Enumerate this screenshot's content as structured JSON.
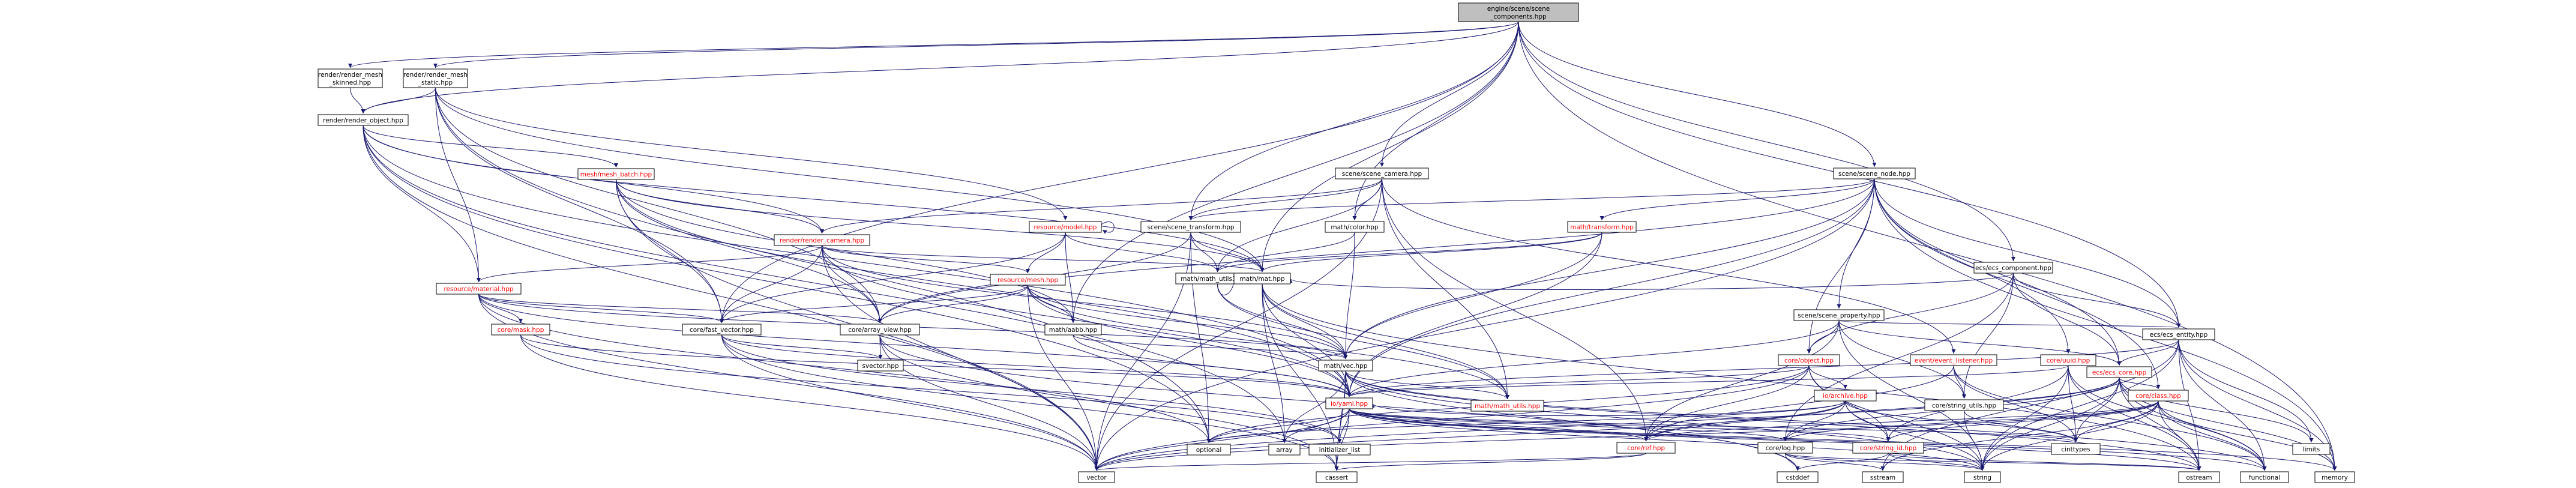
{
  "diagram": {
    "nodes": [
      {
        "id": "root",
        "lines": [
          "engine/scene/scene",
          "_components.hpp"
        ],
        "style": "root",
        "interactable": false
      },
      {
        "id": "rms",
        "lines": [
          "render/render_mesh",
          "_skinned.hpp"
        ],
        "style": "link"
      },
      {
        "id": "rmst",
        "lines": [
          "render/render_mesh",
          "_static.hpp"
        ],
        "style": "link"
      },
      {
        "id": "ro",
        "lines": [
          "render/render_object.hpp"
        ],
        "style": "link"
      },
      {
        "id": "meshbatch",
        "lines": [
          "mesh/mesh_batch.hpp"
        ],
        "style": "red"
      },
      {
        "id": "rcam",
        "lines": [
          "render/render_camera.hpp"
        ],
        "style": "red"
      },
      {
        "id": "rmodel",
        "lines": [
          "resource/model.hpp"
        ],
        "style": "red"
      },
      {
        "id": "rmesh",
        "lines": [
          "resource/mesh.hpp"
        ],
        "style": "red"
      },
      {
        "id": "rmat",
        "lines": [
          "resource/material.hpp"
        ],
        "style": "red"
      },
      {
        "id": "cmask",
        "lines": [
          "core/mask.hpp"
        ],
        "style": "red"
      },
      {
        "id": "fastvec",
        "lines": [
          "core/fast_vector.hpp"
        ],
        "style": "link"
      },
      {
        "id": "arrview",
        "lines": [
          "core/array_view.hpp"
        ],
        "style": "link"
      },
      {
        "id": "svector",
        "lines": [
          "svector.hpp"
        ],
        "style": "plain"
      },
      {
        "id": "scam",
        "lines": [
          "scene/scene_camera.hpp"
        ],
        "style": "link"
      },
      {
        "id": "strans",
        "lines": [
          "scene/scene_transform.hpp"
        ],
        "style": "link"
      },
      {
        "id": "color",
        "lines": [
          "math/color.hpp"
        ],
        "style": "link"
      },
      {
        "id": "mtrans",
        "lines": [
          "math/transform.hpp"
        ],
        "style": "red"
      },
      {
        "id": "mu3d",
        "lines": [
          "math/math_utils3d.hpp"
        ],
        "style": "link"
      },
      {
        "id": "mmat",
        "lines": [
          "math/mat.hpp"
        ],
        "style": "link"
      },
      {
        "id": "aabb",
        "lines": [
          "math/aabb.hpp"
        ],
        "style": "link"
      },
      {
        "id": "mvec",
        "lines": [
          "math/vec.hpp"
        ],
        "style": "link"
      },
      {
        "id": "mutils",
        "lines": [
          "math/math_utils.hpp"
        ],
        "style": "red"
      },
      {
        "id": "snode",
        "lines": [
          "scene/scene_node.hpp"
        ],
        "style": "link"
      },
      {
        "id": "sprop",
        "lines": [
          "scene/scene_property.hpp"
        ],
        "style": "link"
      },
      {
        "id": "ecomp",
        "lines": [
          "ecs/ecs_component.hpp"
        ],
        "style": "link"
      },
      {
        "id": "eentity",
        "lines": [
          "ecs/ecs_entity.hpp"
        ],
        "style": "link"
      },
      {
        "id": "ecore",
        "lines": [
          "ecs/ecs_core.hpp"
        ],
        "style": "red"
      },
      {
        "id": "cobj",
        "lines": [
          "core/object.hpp"
        ],
        "style": "red"
      },
      {
        "id": "evlist",
        "lines": [
          "event/event_listener.hpp"
        ],
        "style": "red"
      },
      {
        "id": "cuuid",
        "lines": [
          "core/uuid.hpp"
        ],
        "style": "red"
      },
      {
        "id": "strutils",
        "lines": [
          "core/string_utils.hpp"
        ],
        "style": "link"
      },
      {
        "id": "cclass",
        "lines": [
          "core/class.hpp"
        ],
        "style": "red"
      },
      {
        "id": "carchive",
        "lines": [
          "io/archive.hpp"
        ],
        "style": "red"
      },
      {
        "id": "yaml",
        "lines": [
          "io/yaml.hpp"
        ],
        "style": "red"
      },
      {
        "id": "cref",
        "lines": [
          "core/ref.hpp"
        ],
        "style": "red"
      },
      {
        "id": "clog",
        "lines": [
          "core/log.hpp"
        ],
        "style": "link"
      },
      {
        "id": "cstrid",
        "lines": [
          "core/string_id.hpp"
        ],
        "style": "red"
      },
      {
        "id": "optional",
        "lines": [
          "optional"
        ],
        "style": "plain"
      },
      {
        "id": "array",
        "lines": [
          "array"
        ],
        "style": "plain"
      },
      {
        "id": "initlist",
        "lines": [
          "initializer_list"
        ],
        "style": "plain"
      },
      {
        "id": "vector",
        "lines": [
          "vector"
        ],
        "style": "plain"
      },
      {
        "id": "cassert",
        "lines": [
          "cassert"
        ],
        "style": "plain"
      },
      {
        "id": "cstddef",
        "lines": [
          "cstddef"
        ],
        "style": "plain"
      },
      {
        "id": "sstream",
        "lines": [
          "sstream"
        ],
        "style": "plain"
      },
      {
        "id": "string",
        "lines": [
          "string"
        ],
        "style": "plain"
      },
      {
        "id": "cinttypes",
        "lines": [
          "cinttypes"
        ],
        "style": "plain"
      },
      {
        "id": "ostream",
        "lines": [
          "ostream"
        ],
        "style": "plain"
      },
      {
        "id": "functional",
        "lines": [
          "functional"
        ],
        "style": "plain"
      },
      {
        "id": "memory",
        "lines": [
          "memory"
        ],
        "style": "plain"
      },
      {
        "id": "limits",
        "lines": [
          "limits"
        ],
        "style": "plain"
      }
    ],
    "edges": [
      [
        "root",
        "rms"
      ],
      [
        "root",
        "rmst"
      ],
      [
        "root",
        "ro"
      ],
      [
        "root",
        "scam"
      ],
      [
        "root",
        "strans"
      ],
      [
        "root",
        "snode"
      ],
      [
        "root",
        "ecomp"
      ],
      [
        "root",
        "color"
      ],
      [
        "root",
        "mmat"
      ],
      [
        "root",
        "aabb"
      ],
      [
        "root",
        "fastvec"
      ],
      [
        "root",
        "eentity"
      ],
      [
        "root",
        "memory"
      ],
      [
        "rms",
        "ro"
      ],
      [
        "rmst",
        "ro"
      ],
      [
        "rmst",
        "rmodel"
      ],
      [
        "rmst",
        "rmat"
      ],
      [
        "rmst",
        "fastvec"
      ],
      [
        "rmst",
        "mmat"
      ],
      [
        "rmst",
        "arrview"
      ],
      [
        "rmst",
        "optional"
      ],
      [
        "ro",
        "meshbatch"
      ],
      [
        "ro",
        "rcam"
      ],
      [
        "ro",
        "rmat"
      ],
      [
        "ro",
        "mmat"
      ],
      [
        "ro",
        "vector"
      ],
      [
        "ro",
        "optional"
      ],
      [
        "ro",
        "yaml"
      ],
      [
        "ro",
        "array"
      ],
      [
        "meshbatch",
        "rcam"
      ],
      [
        "meshbatch",
        "fastvec"
      ],
      [
        "meshbatch",
        "arrview"
      ],
      [
        "meshbatch",
        "aabb"
      ],
      [
        "meshbatch",
        "mmat"
      ],
      [
        "meshbatch",
        "vector"
      ],
      [
        "meshbatch",
        "yaml"
      ],
      [
        "rcam",
        "rmat"
      ],
      [
        "rcam",
        "rmesh"
      ],
      [
        "rcam",
        "fastvec"
      ],
      [
        "rcam",
        "mmat"
      ],
      [
        "rcam",
        "mvec"
      ],
      [
        "rcam",
        "vector"
      ],
      [
        "rcam",
        "arrview"
      ],
      [
        "rcam",
        "yaml"
      ],
      [
        "rmodel",
        "rmodel"
      ],
      [
        "rmodel",
        "rmesh"
      ],
      [
        "rmodel",
        "aabb"
      ],
      [
        "rmodel",
        "mu3d"
      ],
      [
        "rmodel",
        "fastvec"
      ],
      [
        "rmesh",
        "arrview"
      ],
      [
        "rmesh",
        "fastvec"
      ],
      [
        "rmesh",
        "aabb"
      ],
      [
        "rmesh",
        "mvec"
      ],
      [
        "rmesh",
        "yaml"
      ],
      [
        "rmesh",
        "vector"
      ],
      [
        "rmesh",
        "mutils"
      ],
      [
        "rmat",
        "cmask"
      ],
      [
        "rmat",
        "fastvec"
      ],
      [
        "rmat",
        "arrview"
      ],
      [
        "rmat",
        "mvec"
      ],
      [
        "rmat",
        "yaml"
      ],
      [
        "rmat",
        "vector"
      ],
      [
        "rmat",
        "optional"
      ],
      [
        "cmask",
        "yaml"
      ],
      [
        "cmask",
        "vector"
      ],
      [
        "cmask",
        "initlist"
      ],
      [
        "fastvec",
        "svector"
      ],
      [
        "fastvec",
        "vector"
      ],
      [
        "fastvec",
        "yaml"
      ],
      [
        "fastvec",
        "initlist"
      ],
      [
        "fastvec",
        "cassert"
      ],
      [
        "arrview",
        "svector"
      ],
      [
        "arrview",
        "vector"
      ],
      [
        "arrview",
        "cassert"
      ],
      [
        "arrview",
        "cstddef"
      ],
      [
        "scam",
        "rcam"
      ],
      [
        "scam",
        "strans"
      ],
      [
        "scam",
        "color"
      ],
      [
        "scam",
        "mu3d"
      ],
      [
        "scam",
        "evlist"
      ],
      [
        "scam",
        "mutils"
      ],
      [
        "scam",
        "cref"
      ],
      [
        "scam",
        "vector"
      ],
      [
        "strans",
        "mmat"
      ],
      [
        "strans",
        "mu3d"
      ],
      [
        "strans",
        "arrview"
      ],
      [
        "strans",
        "optional"
      ],
      [
        "strans",
        "vector"
      ],
      [
        "color",
        "mvec"
      ],
      [
        "color",
        "mu3d"
      ],
      [
        "mtrans",
        "mmat"
      ],
      [
        "mtrans",
        "mvec"
      ],
      [
        "mtrans",
        "mu3d"
      ],
      [
        "mtrans",
        "yaml"
      ],
      [
        "mu3d",
        "mmat"
      ],
      [
        "mu3d",
        "mvec"
      ],
      [
        "mu3d",
        "mutils"
      ],
      [
        "mmat",
        "mvec"
      ],
      [
        "mmat",
        "mutils"
      ],
      [
        "mmat",
        "yaml"
      ],
      [
        "mmat",
        "array"
      ],
      [
        "mmat",
        "ostream"
      ],
      [
        "mmat",
        "cassert"
      ],
      [
        "aabb",
        "mvec"
      ],
      [
        "aabb",
        "yaml"
      ],
      [
        "mvec",
        "mutils"
      ],
      [
        "mvec",
        "yaml"
      ],
      [
        "mvec",
        "array"
      ],
      [
        "mvec",
        "initlist"
      ],
      [
        "mvec",
        "ostream"
      ],
      [
        "mvec",
        "string"
      ],
      [
        "mvec",
        "cassert"
      ],
      [
        "mvec",
        "cstddef"
      ],
      [
        "mvec",
        "functional"
      ],
      [
        "snode",
        "mtrans"
      ],
      [
        "snode",
        "strans"
      ],
      [
        "snode",
        "sprop"
      ],
      [
        "snode",
        "cobj"
      ],
      [
        "snode",
        "cuuid"
      ],
      [
        "snode",
        "eentity"
      ],
      [
        "snode",
        "ecore"
      ],
      [
        "snode",
        "cclass"
      ],
      [
        "snode",
        "mvec"
      ],
      [
        "snode",
        "yaml"
      ],
      [
        "snode",
        "vector"
      ],
      [
        "snode",
        "memory"
      ],
      [
        "snode",
        "arrview"
      ],
      [
        "sprop",
        "cobj"
      ],
      [
        "sprop",
        "yaml"
      ],
      [
        "sprop",
        "eentity"
      ],
      [
        "sprop",
        "ecore"
      ],
      [
        "sprop",
        "strutils"
      ],
      [
        "sprop",
        "string"
      ],
      [
        "sprop",
        "cref"
      ],
      [
        "ecomp",
        "mmat"
      ],
      [
        "ecomp",
        "cobj"
      ],
      [
        "ecomp",
        "ecore"
      ],
      [
        "ecomp",
        "eentity"
      ],
      [
        "ecomp",
        "strutils"
      ],
      [
        "ecomp",
        "clog"
      ],
      [
        "eentity",
        "ecore"
      ],
      [
        "eentity",
        "yaml"
      ],
      [
        "eentity",
        "limits"
      ],
      [
        "eentity",
        "string"
      ],
      [
        "eentity",
        "functional"
      ],
      [
        "eentity",
        "ostream"
      ],
      [
        "eentity",
        "memory"
      ],
      [
        "eentity",
        "sstream"
      ],
      [
        "ecore",
        "cinttypes"
      ],
      [
        "ecore",
        "cclass"
      ],
      [
        "ecore",
        "cref"
      ],
      [
        "ecore",
        "clog"
      ],
      [
        "ecore",
        "limits"
      ],
      [
        "ecore",
        "string"
      ],
      [
        "ecore",
        "vector"
      ],
      [
        "ecore",
        "functional"
      ],
      [
        "ecore",
        "ostream"
      ],
      [
        "ecore",
        "memory"
      ],
      [
        "cobj",
        "carchive"
      ],
      [
        "cobj",
        "cref"
      ],
      [
        "cobj",
        "cstrid"
      ],
      [
        "cobj",
        "yaml"
      ],
      [
        "cobj",
        "vector"
      ],
      [
        "cobj",
        "string"
      ],
      [
        "cobj",
        "optional"
      ],
      [
        "evlist",
        "strutils"
      ],
      [
        "evlist",
        "cref"
      ],
      [
        "evlist",
        "cinttypes"
      ],
      [
        "evlist",
        "functional"
      ],
      [
        "cuuid",
        "yaml"
      ],
      [
        "cuuid",
        "cinttypes"
      ],
      [
        "cuuid",
        "string"
      ],
      [
        "cuuid",
        "ostream"
      ],
      [
        "cuuid",
        "functional"
      ],
      [
        "cuuid",
        "cstrid"
      ],
      [
        "strutils",
        "string"
      ],
      [
        "strutils",
        "cinttypes"
      ],
      [
        "cclass",
        "cref"
      ],
      [
        "cclass",
        "cstrid"
      ],
      [
        "cclass",
        "clog"
      ],
      [
        "cclass",
        "cinttypes"
      ],
      [
        "cclass",
        "string"
      ],
      [
        "cclass",
        "vector"
      ],
      [
        "cclass",
        "functional"
      ],
      [
        "cclass",
        "memory"
      ],
      [
        "cclass",
        "ostream"
      ],
      [
        "cclass",
        "sstream"
      ],
      [
        "carchive",
        "cref"
      ],
      [
        "carchive",
        "yaml"
      ],
      [
        "carchive",
        "clog"
      ],
      [
        "carchive",
        "cstrid"
      ],
      [
        "carchive",
        "vector"
      ],
      [
        "carchive",
        "string"
      ],
      [
        "carchive",
        "optional"
      ],
      [
        "carchive",
        "cinttypes"
      ],
      [
        "yaml",
        "optional"
      ],
      [
        "yaml",
        "array"
      ],
      [
        "yaml",
        "initlist"
      ],
      [
        "yaml",
        "vector"
      ],
      [
        "yaml",
        "cassert"
      ],
      [
        "yaml",
        "string"
      ],
      [
        "yaml",
        "cref"
      ],
      [
        "yaml",
        "clog"
      ],
      [
        "yaml",
        "cstrid"
      ],
      [
        "yaml",
        "cinttypes"
      ],
      [
        "yaml",
        "ostream"
      ],
      [
        "yaml",
        "memory"
      ],
      [
        "yaml",
        "functional"
      ],
      [
        "cref",
        "vector"
      ],
      [
        "cref",
        "cassert"
      ],
      [
        "clog",
        "string"
      ],
      [
        "clog",
        "sstream"
      ],
      [
        "clog",
        "cstddef"
      ],
      [
        "clog",
        "ostream"
      ],
      [
        "cstrid",
        "string"
      ],
      [
        "cstrid",
        "cstddef"
      ],
      [
        "cstrid",
        "ostream"
      ]
    ]
  },
  "colors": {
    "root_fill": "#bfbfbf",
    "node_fill": "#ffffff",
    "node_stroke": "#000000",
    "link_text": "#000000",
    "red_text": "#ff0000",
    "plain_stroke": "#bfbfbf",
    "edge": "#191970",
    "background": "#ffffff"
  }
}
